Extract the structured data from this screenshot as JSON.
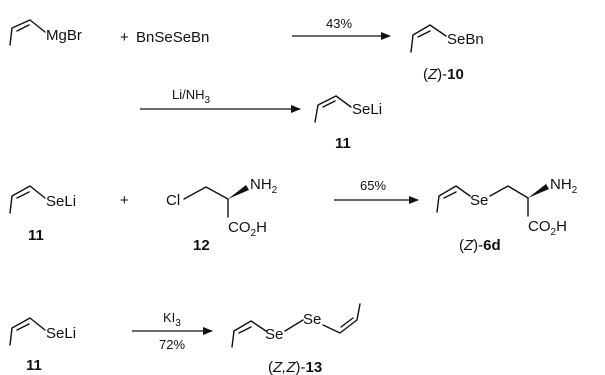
{
  "scheme": {
    "rxn1": {
      "reagent_mgbr": "MgBr",
      "plus": "+",
      "reagent_diselenide": "BnSeSeBn",
      "yield": "43%",
      "product_group": "SeBn",
      "product_label_prefix": "(",
      "product_label_stereo": "Z",
      "product_label_mid": ")-",
      "product_label_num": "10"
    },
    "rxn2": {
      "conditions_main": "Li/NH",
      "conditions_sub": "3",
      "product_group": "SeLi",
      "product_num": "11"
    },
    "rxn3": {
      "reactant_group": "SeLi",
      "reactant_num": "11",
      "plus": "+",
      "cl": "Cl",
      "nh": "NH",
      "nh_sub": "2",
      "co": "CO",
      "co_sub": "2",
      "co_h": "H",
      "reactant2_num": "12",
      "yield": "65%",
      "product_se": "Se",
      "product_nh": "NH",
      "product_nh_sub": "2",
      "product_co": "CO",
      "product_co_sub": "2",
      "product_co_h": "H",
      "product_label_prefix": "(",
      "product_label_stereo": "Z",
      "product_label_mid": ")-",
      "product_label_num": "6d"
    },
    "rxn4": {
      "reactant_group": "SeLi",
      "reactant_num": "11",
      "reagent_main": "KI",
      "reagent_sub": "3",
      "yield": "72%",
      "product_se1": "Se",
      "product_se2": "Se",
      "product_label_prefix": "(",
      "product_label_stereo": "Z,Z",
      "product_label_mid": ")-",
      "product_label_num": "13"
    }
  }
}
